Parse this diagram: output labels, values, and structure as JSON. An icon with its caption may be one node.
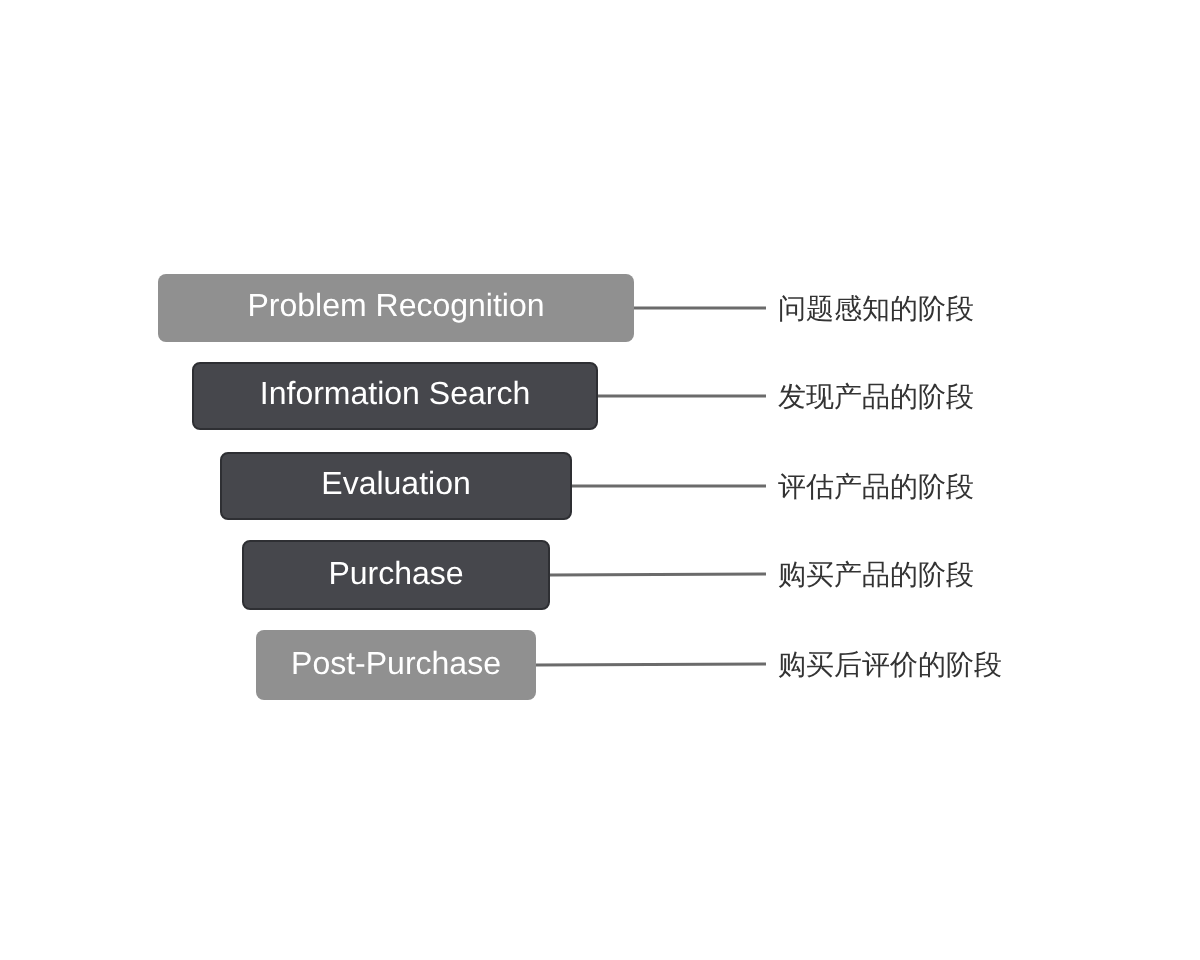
{
  "diagram": {
    "nodes": [
      {
        "text": [
          "Problem Recognition"
        ]
      },
      {
        "text": [
          "Information Search"
        ]
      },
      {
        "text": [
          "Evaluation"
        ]
      },
      {
        "text": [
          "Purchase"
        ]
      },
      {
        "text": [
          "Post-Purchase"
        ]
      },
      {
        "text": [
          "问题感知的阶段"
        ]
      },
      {
        "text": [
          "发现产品的阶段"
        ]
      },
      {
        "text": [
          "评估产品的阶段"
        ]
      },
      {
        "text": [
          "购买产品的阶段"
        ]
      },
      {
        "text": [
          "购买后评价的阶段"
        ]
      }
    ],
    "edges": [
      {
        "from": 0,
        "to": 5,
        "arrow": "none"
      },
      {
        "from": 1,
        "to": 6,
        "arrow": "none"
      },
      {
        "from": 2,
        "to": 7,
        "arrow": "none"
      },
      {
        "from": 3,
        "to": 8,
        "arrow": "none"
      },
      {
        "from": 4,
        "to": 9,
        "arrow": "none"
      }
    ]
  }
}
